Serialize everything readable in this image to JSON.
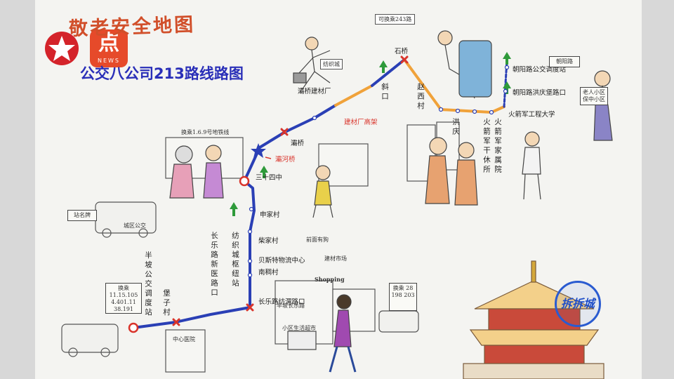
{
  "header": {
    "title": "敬老安全地图",
    "subtitle": "公交八公司213路线路图",
    "app_logo_glyph": "点",
    "app_logo_text": "NEWS"
  },
  "stops": {
    "banpo": "半坡公交调度站",
    "baozicun": "堡子村",
    "changle_hospital": "长乐路新医路口",
    "fangzhi_hub": "纺织城枢纽站",
    "changle_fangzhi": "长乐路纺渭路口",
    "nangeng": "南稠村",
    "beisi": "贝斯特物流中心",
    "chaicun": "柴家村",
    "shenjiacun": "申家村",
    "sanshisi": "三十四中",
    "bahe_bridge": "灞河桥",
    "baqiao": "灞桥",
    "baqiao_jiancai": "灞桥建材厂",
    "jiancai_elevated": "建材厂高架",
    "xiekou": "斜口",
    "shiqiao": "石桥",
    "zhaoxicun": "赵西村",
    "hongqing": "洪庆",
    "huojian_ganxiu": "火箭军干休所",
    "huojian_jiashu": "火箭军家属院",
    "huojian_university": "火箭军工程大学",
    "chaoyang_hongqing": "朝阳路洪庆堡路口",
    "chaoyang_depot": "朝阳路公交调度站"
  },
  "notes": {
    "transfer_top": "可换乘243路",
    "transfer_left": "换乘1.6.9号地铁线",
    "sign_left": "站名牌",
    "sign_ornament": "朝阳路",
    "sign_banpo": "换乘 11.15.105 4.401.11 38.191",
    "sign_right": "换乘 28 198 203",
    "chaicun_note": "前面有狗",
    "beisi_note": "建材市场",
    "shopping": "Shopping",
    "elder_sign": "老人小区 保中小区",
    "bus_text": "城区公交",
    "station_board": "半坡长乐路",
    "house_sign": "小区生活超市",
    "hospital_sign": "中心医院",
    "jump_sign": "纺织城"
  },
  "stamp": {
    "text": "拆拆城"
  },
  "colors": {
    "route_blue": "#2a3fb5",
    "route_orange": "#f0a23a",
    "route_red": "#d9342b",
    "arrow_green": "#2e9a3a",
    "title_red": "#d14f2a"
  },
  "icons": [
    "news-star-icon",
    "news-app-icon",
    "transfer-x-icon",
    "terminal-circle-icon",
    "direction-arrow-icon",
    "blue-star-icon"
  ]
}
